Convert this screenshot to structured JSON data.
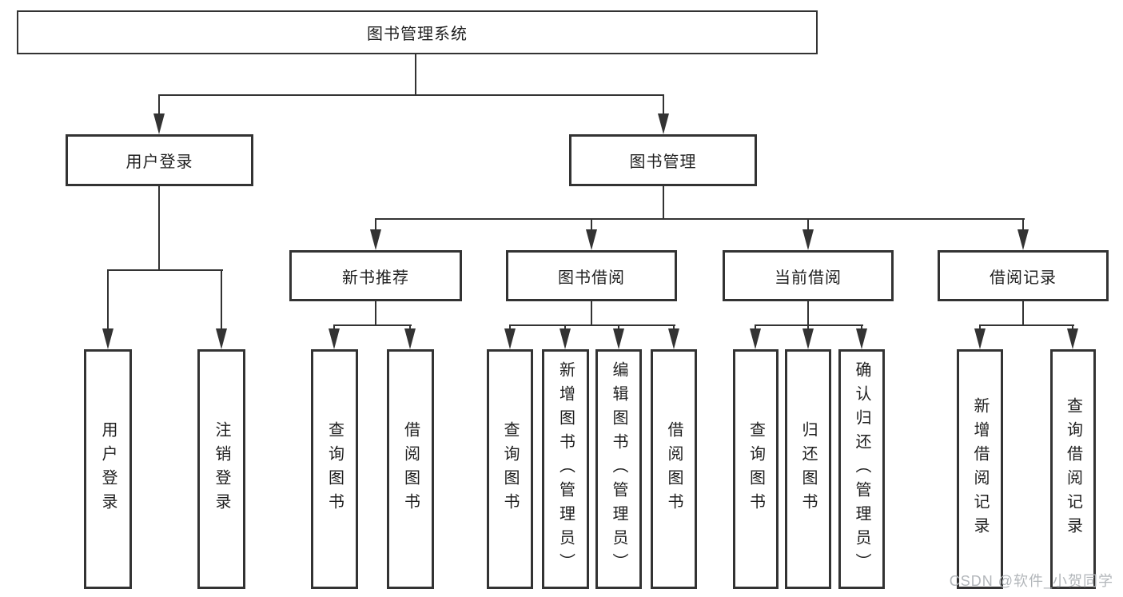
{
  "diagram": {
    "root": "图书管理系统",
    "level2": [
      "用户登录",
      "图书管理"
    ],
    "level3": [
      "新书推荐",
      "图书借阅",
      "当前借阅",
      "借阅记录"
    ],
    "leaves": {
      "user": [
        "用户登录",
        "注销登录"
      ],
      "recommend": [
        "查询图书",
        "借阅图书"
      ],
      "borrow": [
        "查询图书",
        "新增图书（管理员）",
        "编辑图书（管理员）",
        "借阅图书"
      ],
      "current": [
        "查询图书",
        "归还图书",
        "确认归还（管理员）"
      ],
      "records": [
        "新增借阅记录",
        "查询借阅记录"
      ]
    }
  },
  "watermark": "CSDN @软件_小贺同学",
  "colors": {
    "line": "#333333",
    "text": "#1f1f1f",
    "watermark": "#b2b6ba",
    "background": "#ffffff"
  }
}
